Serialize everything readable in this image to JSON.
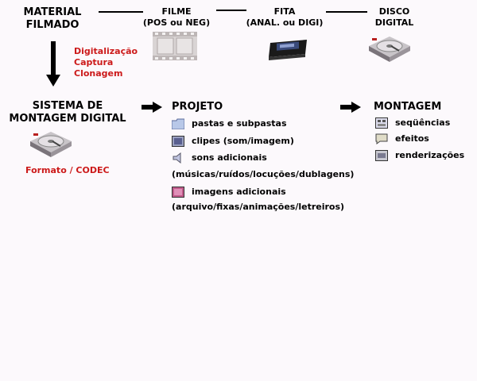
{
  "top": {
    "material": "MATERIAL FILMADO",
    "filme": {
      "title": "FILME",
      "sub": "(POS ou NEG)"
    },
    "fita": {
      "title": "FITA",
      "sub": "(ANAL. ou DIGI)"
    },
    "disco": {
      "title": "DISCO",
      "sub": "DIGITAL"
    }
  },
  "capture": [
    "Digitalização",
    "Captura",
    "Clonagem"
  ],
  "sistema": {
    "title_line1": "SISTEMA DE",
    "title_line2": "MONTAGEM DIGITAL",
    "formato": "Formato / CODEC"
  },
  "projeto": {
    "title": "PROJETO",
    "items": [
      {
        "icon": "folder-icon",
        "label": "pastas e subpastas"
      },
      {
        "icon": "clip-icon",
        "label": "clipes (som/imagem)"
      },
      {
        "icon": "speaker-icon",
        "label": "sons adicionais"
      },
      {
        "label": "(músicas/ruídos/locuções/dublagens)"
      },
      {
        "icon": "image-icon",
        "label": "imagens adicionais"
      },
      {
        "label": "(arquivo/fixas/animações/letreiros)"
      }
    ]
  },
  "montagem": {
    "title": "MONTAGEM",
    "items": [
      {
        "icon": "sequence-icon",
        "label": "seqüências"
      },
      {
        "icon": "effects-icon",
        "label": "efeitos"
      },
      {
        "icon": "render-icon",
        "label": "renderizações"
      }
    ]
  },
  "colors": {
    "accent_red": "#cc1a1a",
    "background": "#fcf9fc"
  }
}
